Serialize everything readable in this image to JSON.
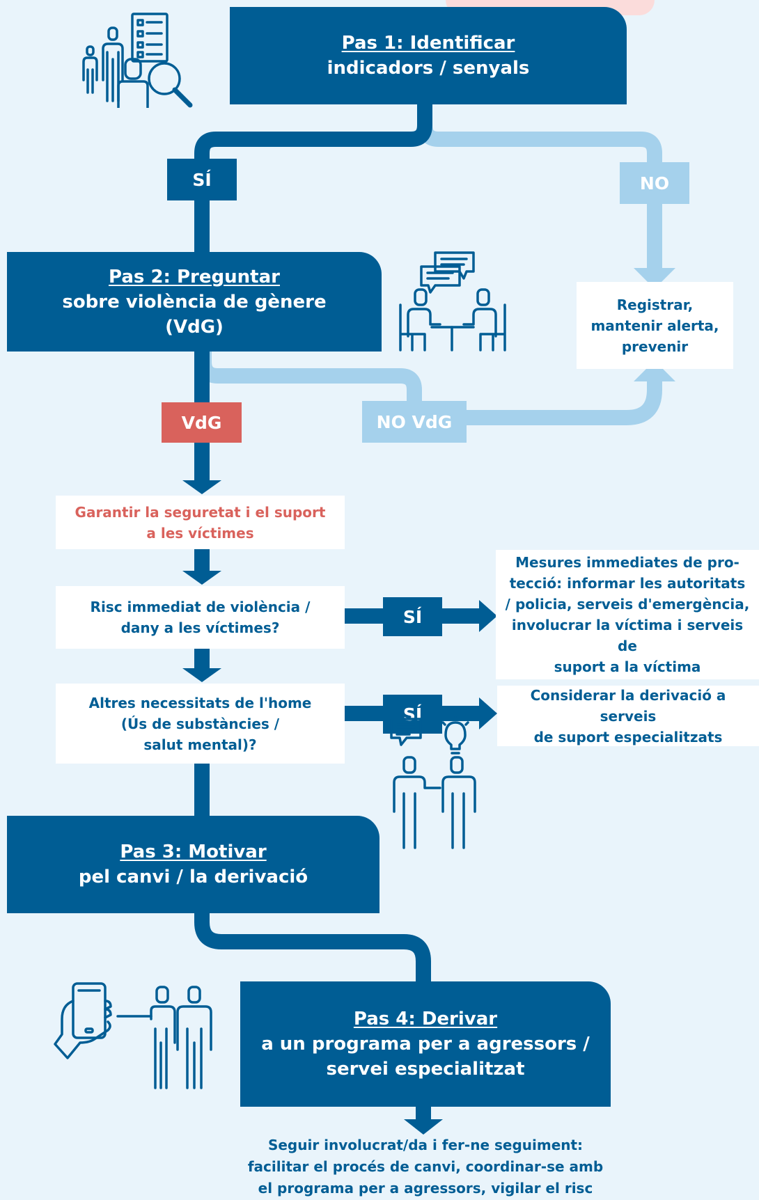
{
  "steps": {
    "step1": {
      "title": "Pas 1: Identificar",
      "subtitle": "indicadors / senyals"
    },
    "step2": {
      "title": "Pas 2: Preguntar",
      "subtitle_l1": "sobre violència de gènere",
      "subtitle_l2": "(VdG)"
    },
    "step3": {
      "title": "Pas 3: Motivar",
      "subtitle": "pel canvi / la derivació"
    },
    "step4": {
      "title": "Pas 4: Derivar",
      "subtitle_l1": "a un programa per a agressors /",
      "subtitle_l2": "servei especialitzat"
    }
  },
  "branches": {
    "yes_1": "SÍ",
    "no_1": "NO",
    "vdg": "VdG",
    "no_vdg": "NO VdG",
    "yes_risk": "SÍ",
    "yes_needs": "SÍ"
  },
  "boxes": {
    "register": {
      "l1": "Registrar,",
      "l2": "mantenir alerta,",
      "l3": "prevenir"
    },
    "safety": {
      "l1": "Garantir la seguretat i el suport",
      "l2": "a les víctimes"
    },
    "risk": {
      "l1": "Risc immediat de violència /",
      "l2": "dany a les víctimes?"
    },
    "needs": {
      "l1": "Altres necessitats de l'home",
      "l2": "(Ús de substàncies /",
      "l3": "salut mental)?"
    },
    "measures": {
      "l1": "Mesures immediates de pro-",
      "l2": "tecció: informar les autoritats",
      "l3": "/ policia, serveis d'emergència,",
      "l4": "involucrar la víctima i serveis de",
      "l5": "suport a la víctima"
    },
    "referral": {
      "l1": "Considerar la derivació a serveis",
      "l2": "de suport especialitzats"
    },
    "followup": {
      "l1": "Seguir involucrat/da i fer-ne seguiment:",
      "l2": "facilitar el procés de canvi, coordinar-se amb",
      "l3": "el programa per a agressors, vigilar el risc"
    }
  },
  "icons": {
    "step1": "people-checklist-magnifier-icon",
    "step2": "people-conversation-table-icon",
    "step3": "people-speech-lightbulb-icon",
    "step4": "phone-hand-people-icon"
  },
  "colors": {
    "dark_blue": "#005d94",
    "light_blue": "#a5d1ec",
    "red": "#d9625c",
    "background": "#e9f4fb",
    "white": "#ffffff"
  }
}
